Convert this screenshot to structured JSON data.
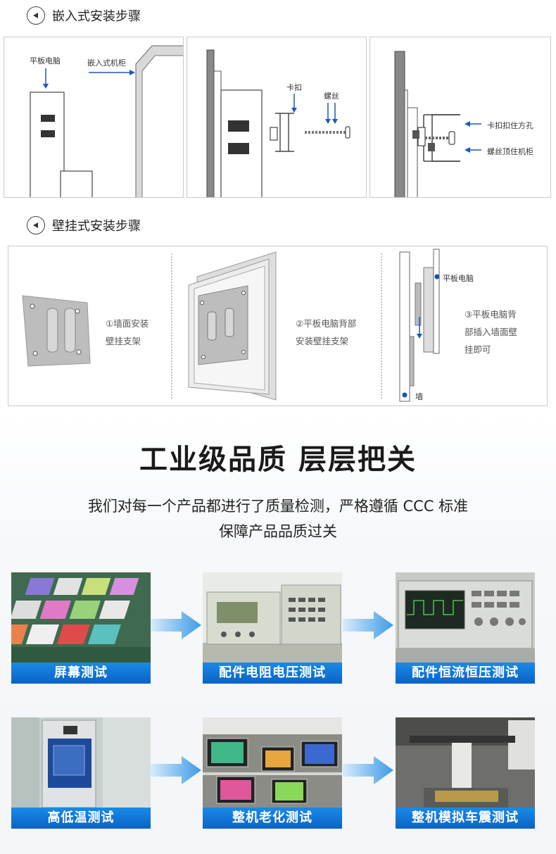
{
  "embed": {
    "title": "嵌入式安装步骤",
    "labels": {
      "tablet": "平板电脑",
      "cabinet": "嵌入式机柜",
      "clip": "卡扣",
      "screw": "螺丝",
      "clip_hole": "卡扣扣住方孔",
      "screw_cabinet": "螺丝顶住机柜"
    }
  },
  "wall": {
    "title": "壁挂式安装步骤",
    "step1": [
      "①墙面安装",
      "壁挂支架"
    ],
    "step2": [
      "②平板电脑背部",
      "安装壁挂支架"
    ],
    "step3": [
      "③平板电脑背",
      "部插入墙面壁",
      "挂即可"
    ],
    "tablet_label": "平板电脑",
    "wall_label": "墙"
  },
  "quality": {
    "title": "工业级品质 层层把关",
    "line1": "我们对每一个产品都进行了质量检测，严格遵循 CCC 标准",
    "line2": "保障产品品质过关",
    "tests": [
      "屏幕测试",
      "配件电阻电压测试",
      "配件恒流恒压测试",
      "高低温测试",
      "整机老化测试",
      "整机模拟车震测试"
    ]
  },
  "colors": {
    "accent": "#1473d6",
    "dot": "#1255b8"
  }
}
